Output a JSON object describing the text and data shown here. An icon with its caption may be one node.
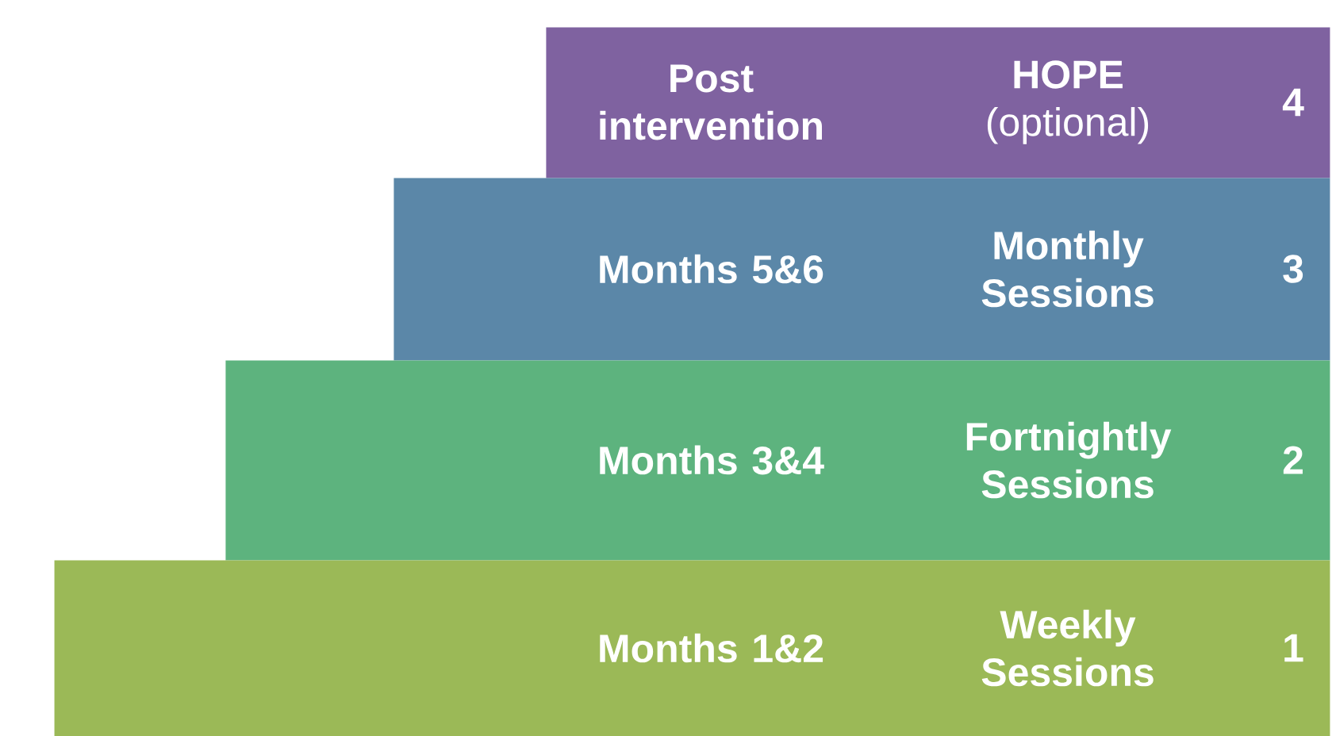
{
  "diagram": {
    "nodes": [
      {
        "text": [
          "Post intervention",
          "**HOPE** (optional)",
          "4"
        ]
      },
      {
        "text": [
          "Months 5&6",
          "Monthly Sessions",
          "3"
        ]
      },
      {
        "text": [
          "Months 3&4",
          "Fortnightly Sessions",
          "2"
        ]
      },
      {
        "text": [
          "Months 1&2",
          "Weekly Sessions",
          "1"
        ]
      }
    ]
  }
}
